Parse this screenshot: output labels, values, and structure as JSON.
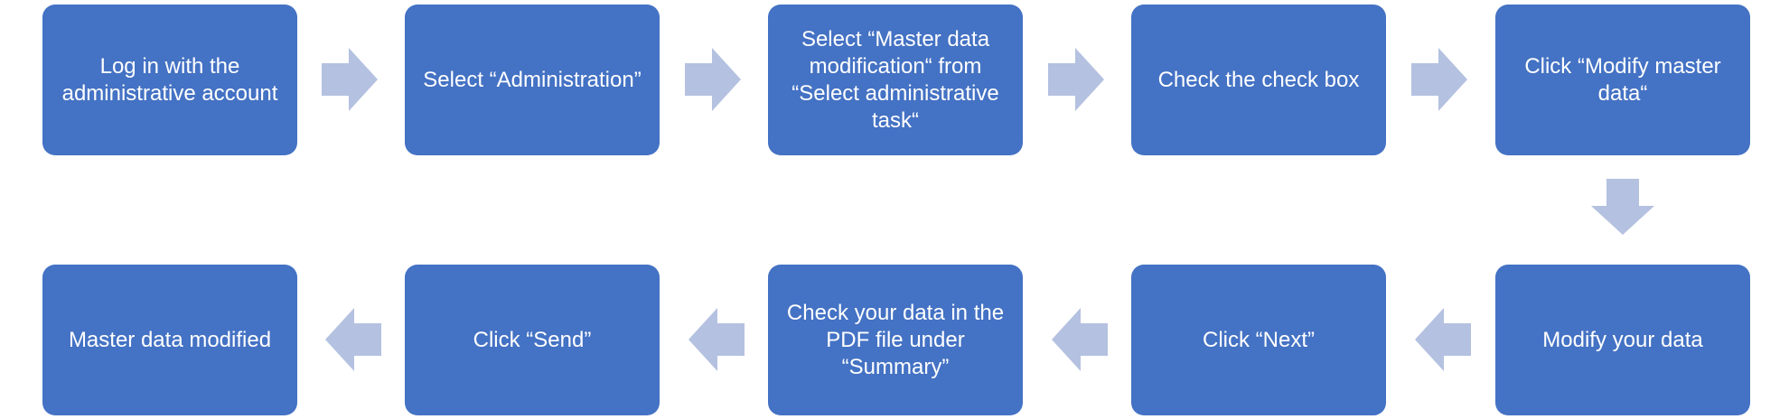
{
  "colors": {
    "box_fill": "#4472C4",
    "box_text": "#FFFFFF",
    "arrow_fill": "#B4C1E0"
  },
  "steps": [
    {
      "label": "Log in with the administrative account"
    },
    {
      "label": "Select “Administration”"
    },
    {
      "label": "Select “Master data modification“ from “Select administrative task“"
    },
    {
      "label": "Check the check box"
    },
    {
      "label": "Click “Modify master data“"
    },
    {
      "label": "Modify your data"
    },
    {
      "label": "Click “Next”"
    },
    {
      "label": "Check your data in the PDF file under “Summary”"
    },
    {
      "label": "Click “Send”"
    },
    {
      "label": "Master data modified"
    }
  ],
  "connectors": [
    {
      "from": 1,
      "to": 2,
      "direction": "right"
    },
    {
      "from": 2,
      "to": 3,
      "direction": "right"
    },
    {
      "from": 3,
      "to": 4,
      "direction": "right"
    },
    {
      "from": 4,
      "to": 5,
      "direction": "right"
    },
    {
      "from": 5,
      "to": 6,
      "direction": "down"
    },
    {
      "from": 6,
      "to": 7,
      "direction": "left"
    },
    {
      "from": 7,
      "to": 8,
      "direction": "left"
    },
    {
      "from": 8,
      "to": 9,
      "direction": "left"
    },
    {
      "from": 9,
      "to": 10,
      "direction": "left"
    }
  ]
}
